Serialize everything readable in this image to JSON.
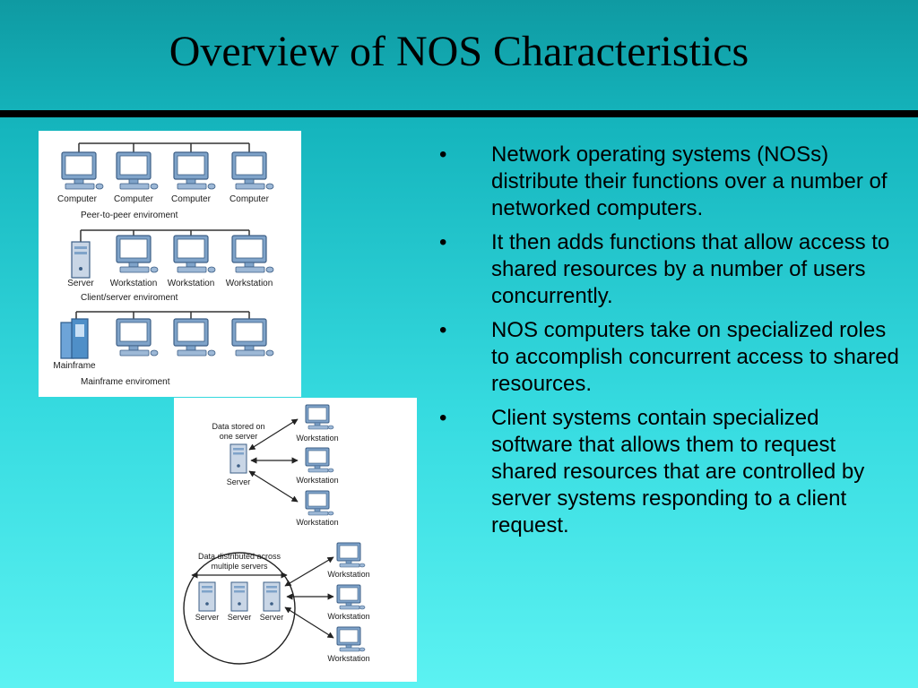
{
  "slide": {
    "title": "Overview of NOS Characteristics"
  },
  "figure_top": {
    "peer": {
      "nodes": [
        "Computer",
        "Computer",
        "Computer",
        "Computer"
      ],
      "caption": "Peer-to-peer enviroment"
    },
    "client_server": {
      "nodes": [
        "Server",
        "Workstation",
        "Workstation",
        "Workstation"
      ],
      "caption": "Client/server enviroment"
    },
    "mainframe": {
      "nodes": [
        "Mainframe"
      ],
      "caption": "Mainframe enviroment"
    }
  },
  "figure_bottom": {
    "single": {
      "caption_line1": "Data stored on",
      "caption_line2": "one server",
      "server_label": "Server",
      "workstations": [
        "Workstation",
        "Workstation",
        "Workstation"
      ]
    },
    "distributed": {
      "caption_line1": "Data distributed across",
      "caption_line2": "multiple servers",
      "servers": [
        "Server",
        "Server",
        "Server"
      ],
      "workstations": [
        "Workstation",
        "Workstation",
        "Workstation"
      ]
    }
  },
  "bullets": [
    {
      "marker": "•",
      "text": "Network operating systems (NOSs) distribute their functions over a number of networked computers."
    },
    {
      "marker": "•",
      "text": "It then adds functions that allow access to shared resources by a number of users concurrently."
    },
    {
      "marker": "•",
      "text": "NOS computers take on specialized roles to accomplish concurrent access to shared resources."
    },
    {
      "marker": "•",
      "text": "Client systems contain specialized software that allows them to request shared resources that are controlled by server systems responding to a client request."
    }
  ],
  "colors": {
    "monitor_frame": "#5b7fa8",
    "monitor_screen": "#ffffff",
    "server_body": "#c9d6e6",
    "mainframe_body": "#4f8fc8"
  },
  "icons": [
    "computer-monitor-icon",
    "server-tower-icon",
    "mainframe-icon"
  ]
}
